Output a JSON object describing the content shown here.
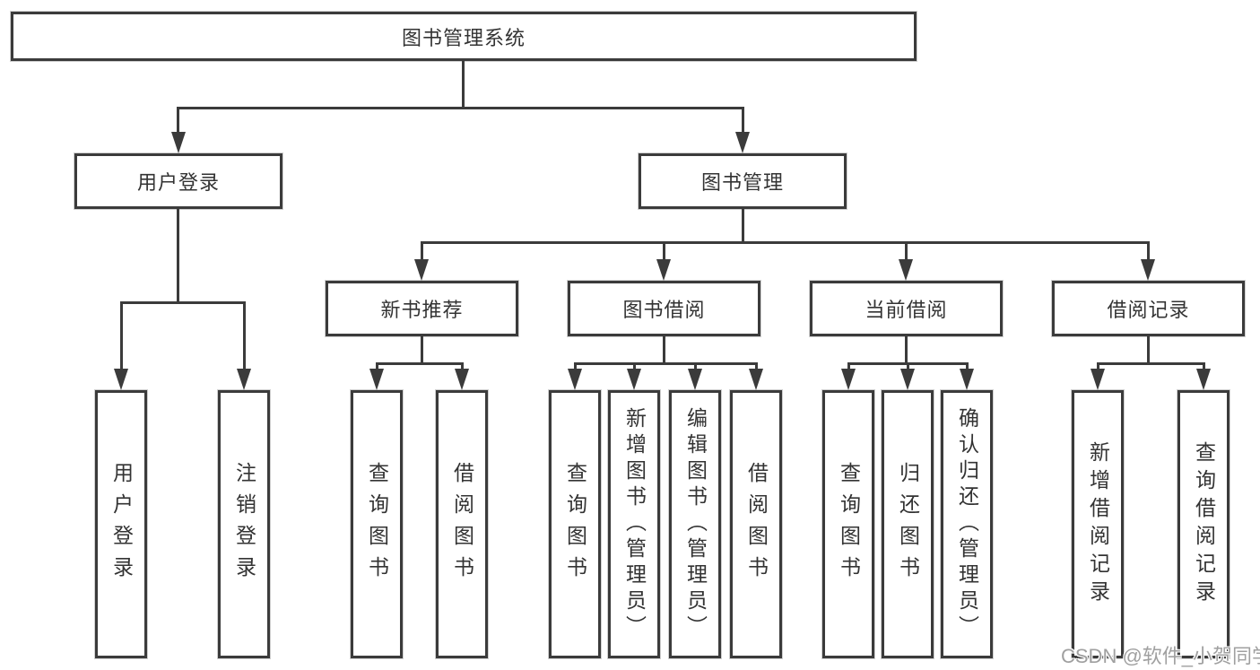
{
  "diagram": {
    "root": {
      "label": "图书管理系统"
    },
    "level2": [
      {
        "label": "用户登录"
      },
      {
        "label": "图书管理"
      }
    ],
    "level3": [
      {
        "label": "新书推荐"
      },
      {
        "label": "图书借阅"
      },
      {
        "label": "当前借阅"
      },
      {
        "label": "借阅记录"
      }
    ],
    "leaves": [
      {
        "label": "用户登录",
        "parent": "用户登录"
      },
      {
        "label": "注销登录",
        "parent": "用户登录"
      },
      {
        "label": "查询图书",
        "parent": "新书推荐"
      },
      {
        "label": "借阅图书",
        "parent": "新书推荐"
      },
      {
        "label": "查询图书",
        "parent": "图书借阅"
      },
      {
        "label": "新增图书（管理员）",
        "parent": "图书借阅"
      },
      {
        "label": "编辑图书（管理员）",
        "parent": "图书借阅"
      },
      {
        "label": "借阅图书",
        "parent": "图书借阅"
      },
      {
        "label": "查询图书",
        "parent": "当前借阅"
      },
      {
        "label": "归还图书",
        "parent": "当前借阅"
      },
      {
        "label": "确认归还（管理员）",
        "parent": "当前借阅"
      },
      {
        "label": "新增借阅记录",
        "parent": "借阅记录"
      },
      {
        "label": "查询借阅记录",
        "parent": "借阅记录"
      }
    ],
    "watermark": "CSDN @软件_小贺同学",
    "colors": {
      "line": "#3b3b3b",
      "text": "#333333",
      "watermark": "#a0a0a0",
      "background": "#ffffff"
    }
  }
}
